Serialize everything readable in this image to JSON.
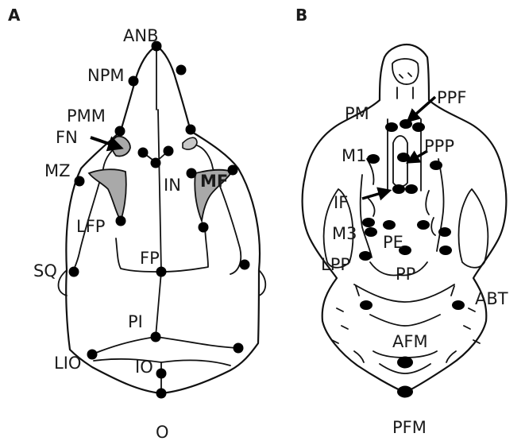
{
  "panels": {
    "a": {
      "letter": "A",
      "labels": {
        "anb": "ANB",
        "npm": "NPM",
        "pmm": "PMM",
        "fn": "FN",
        "mz": "MZ",
        "in": "IN",
        "mf": "MF",
        "lfp": "LFP",
        "fp": "FP",
        "sq": "SQ",
        "pi": "PI",
        "lio": "LIO",
        "io": "IO",
        "o": "O"
      }
    },
    "b": {
      "letter": "B",
      "labels": {
        "pm": "PM",
        "ppf": "PPF",
        "m1": "M1",
        "ppp": "PPP",
        "if": "IF",
        "m3": "M3",
        "pe": "PE",
        "lpp": "LPP",
        "pp": "PP",
        "abt": "ABT",
        "afm": "AFM",
        "pfm": "PFM"
      }
    }
  },
  "colors": {
    "ink": "#111111",
    "highlight": "#a9a9a9",
    "background": "#ffffff"
  }
}
